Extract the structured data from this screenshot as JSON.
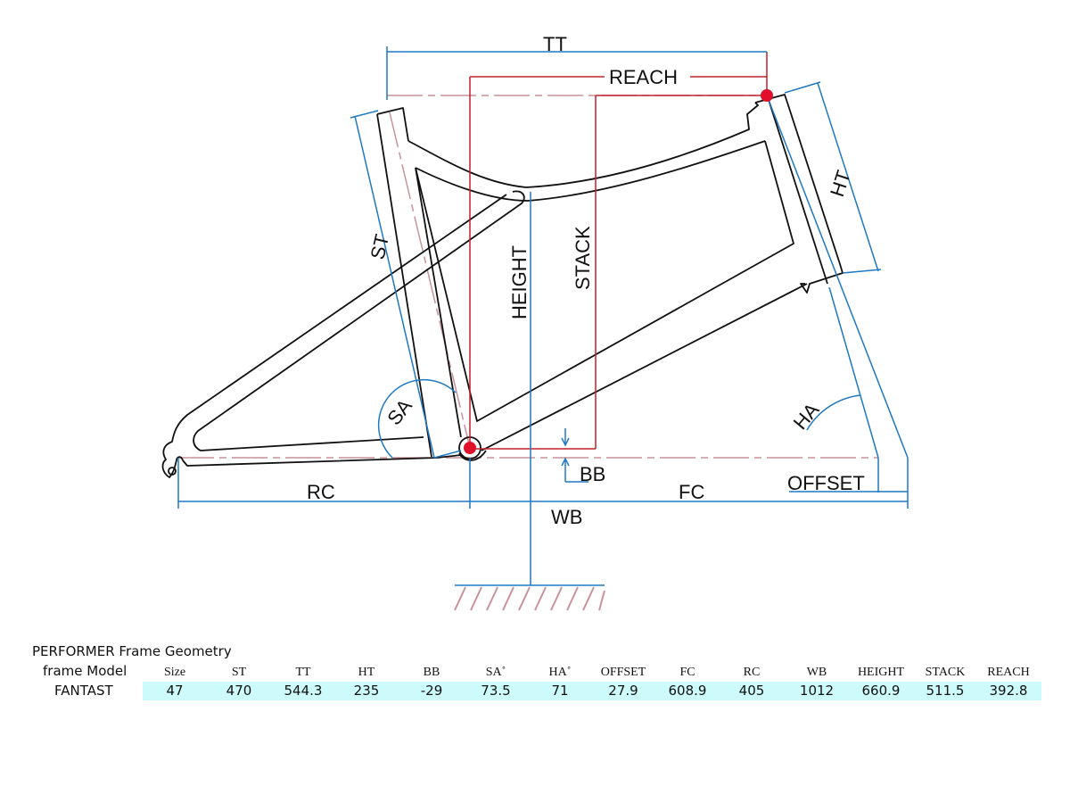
{
  "diagram": {
    "labels": {
      "tt": "TT",
      "reach": "REACH",
      "ht": "HT",
      "st": "ST",
      "height": "HEIGHT",
      "stack": "STACK",
      "sa": "SA",
      "ha": "HA",
      "bb": "BB",
      "rc": "RC",
      "fc": "FC",
      "wb": "WB",
      "offset": "OFFSET"
    },
    "colors": {
      "dimension": "#1f78c1",
      "reference": "#c0202a",
      "centerline": "#c9919a",
      "frame": "#111111",
      "point": "#e0102a"
    }
  },
  "table": {
    "title": "PERFORMER  Frame Geometry",
    "model_header": "frame Model",
    "model": "FANTAST",
    "headers": [
      "Size",
      "ST",
      "TT",
      "HT",
      "BB",
      "SA˚",
      "HA˚",
      "OFFSET",
      "FC",
      "RC",
      "WB",
      "HEIGHT",
      "STACK",
      "REACH"
    ],
    "values": [
      "47",
      "470",
      "544.3",
      "235",
      "-29",
      "73.5",
      "71",
      "27.9",
      "608.9",
      "405",
      "1012",
      "660.9",
      "511.5",
      "392.8"
    ],
    "row_color": "#cdfbfb"
  }
}
